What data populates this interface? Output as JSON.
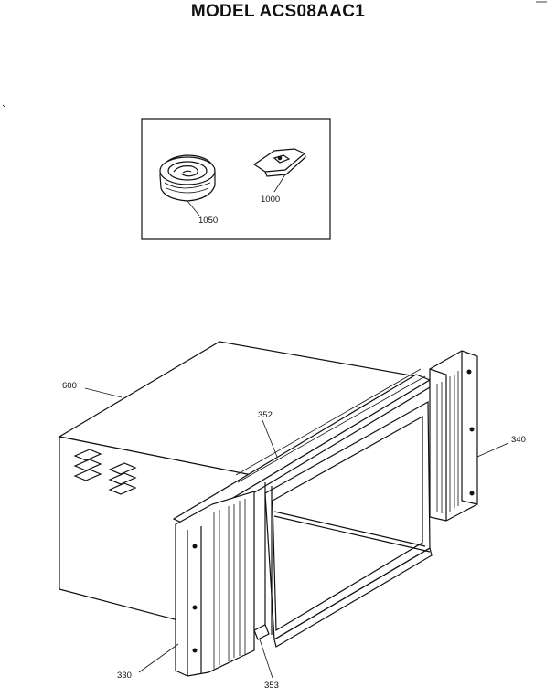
{
  "title": "MODEL ACS08AAC1",
  "parts": {
    "p1050": "1050",
    "p1000": "1000",
    "p600": "600",
    "p352": "352",
    "p340": "340",
    "p330": "330",
    "p353": "353"
  }
}
